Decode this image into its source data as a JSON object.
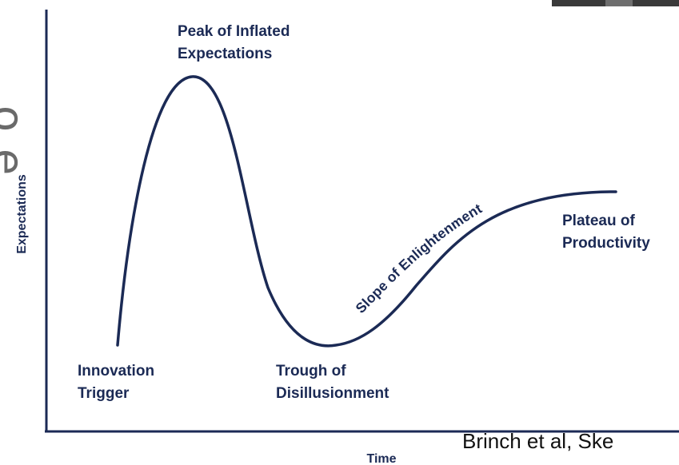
{
  "diagram": {
    "y_axis_label": "Expectations",
    "x_axis_label": "Time",
    "phases": {
      "peak": [
        "Peak of Inflated",
        "Expectations"
      ],
      "trigger": [
        "Innovation",
        "Trigger"
      ],
      "trough": [
        "Trough of",
        "Disillusionment"
      ],
      "slope": "Slope of Enlightenment",
      "plateau": [
        "Plateau of",
        "Productivity"
      ]
    },
    "credit": "Brinch et al, Ske",
    "colors": {
      "curve": "#1b2a55",
      "axis": "#1b2a55",
      "text": "#1b2a55"
    }
  }
}
